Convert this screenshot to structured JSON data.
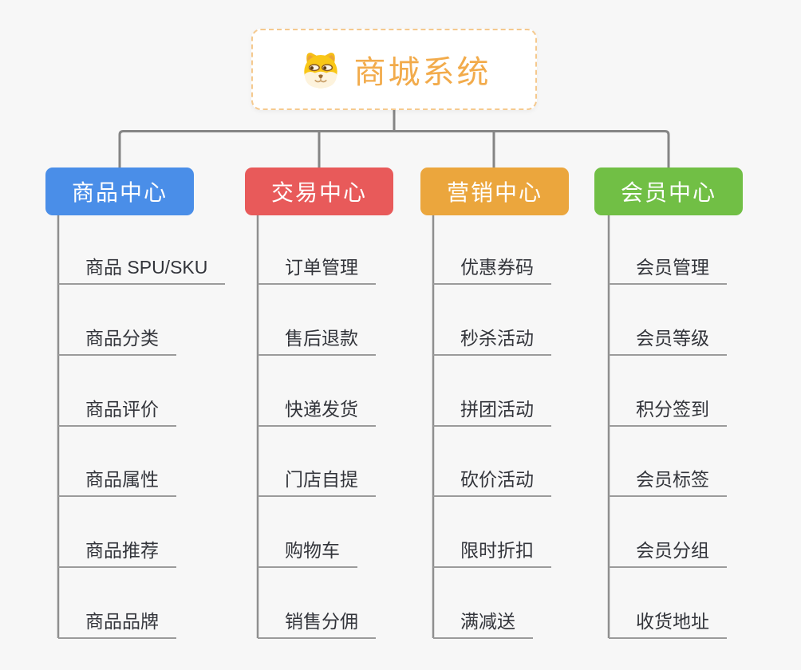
{
  "root": {
    "title": "商城系统",
    "icon": "dog-icon"
  },
  "branches": [
    {
      "label": "商品中心",
      "color": "#4a8ee8",
      "items": [
        "商品 SPU/SKU",
        "商品分类",
        "商品评价",
        "商品属性",
        "商品推荐",
        "商品品牌"
      ]
    },
    {
      "label": "交易中心",
      "color": "#e85a5a",
      "items": [
        "订单管理",
        "售后退款",
        "快递发货",
        "门店自提",
        "购物车",
        "销售分佣"
      ]
    },
    {
      "label": "营销中心",
      "color": "#eba63d",
      "items": [
        "优惠券码",
        "秒杀活动",
        "拼团活动",
        "砍价活动",
        "限时折扣",
        "满减送"
      ]
    },
    {
      "label": "会员中心",
      "color": "#71bf45",
      "items": [
        "会员管理",
        "会员等级",
        "积分签到",
        "会员标签",
        "会员分组",
        "收货地址"
      ]
    }
  ],
  "style_tokens": {
    "background": "#f7f7f7",
    "root_title_color": "#f2ab4b",
    "root_border_color": "#f5c98e",
    "connector_color": "#858585",
    "underline_color": "#9b9b9b",
    "leaf_text_color": "#33353b"
  }
}
